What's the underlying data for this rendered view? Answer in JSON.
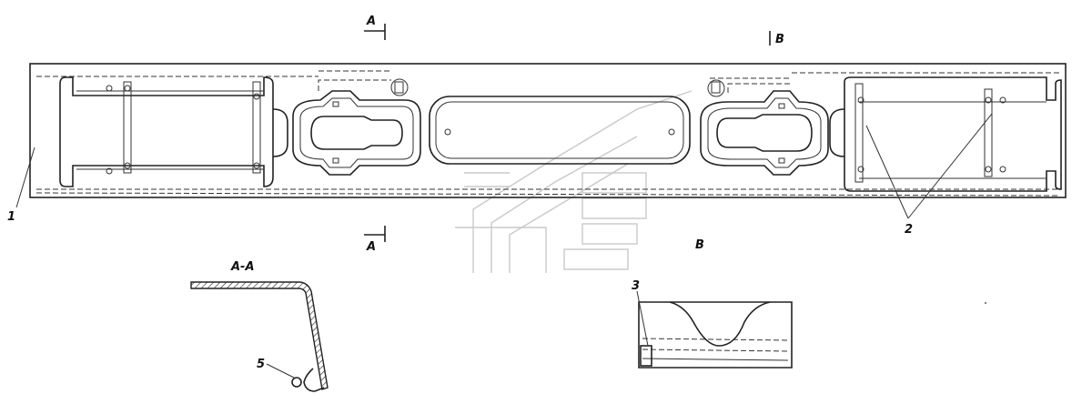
{
  "labels": {
    "section_a_top": "A",
    "section_a_bottom": "A",
    "view_b_marker": "B",
    "view_b_title": "B",
    "section_aa_title": "A-A",
    "callout_1": "1",
    "callout_2": "2",
    "callout_3": "3",
    "callout_5": "5"
  }
}
